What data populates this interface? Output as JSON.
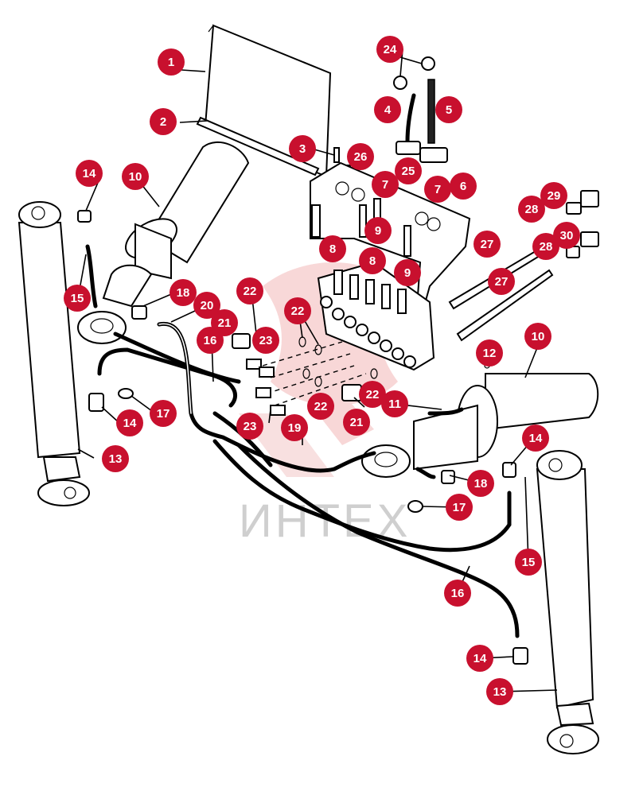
{
  "diagram": {
    "watermark": "ИНТЕХ",
    "colors": {
      "callout": "#c8102e",
      "linework": "#000000",
      "watermark_logo": "#f3b8b8",
      "watermark_text": "#cfcfcf"
    },
    "callouts": [
      "1",
      "2",
      "3",
      "26",
      "24",
      "4",
      "5",
      "25",
      "7",
      "7",
      "6",
      "14",
      "10",
      "29",
      "28",
      "30",
      "28",
      "27",
      "27",
      "9",
      "8",
      "9",
      "8",
      "22",
      "18",
      "20",
      "15",
      "21",
      "22",
      "16",
      "23",
      "12",
      "10",
      "22",
      "22",
      "11",
      "21",
      "17",
      "14",
      "23",
      "19",
      "14",
      "18",
      "17",
      "15",
      "16",
      "14",
      "13",
      "13"
    ]
  }
}
